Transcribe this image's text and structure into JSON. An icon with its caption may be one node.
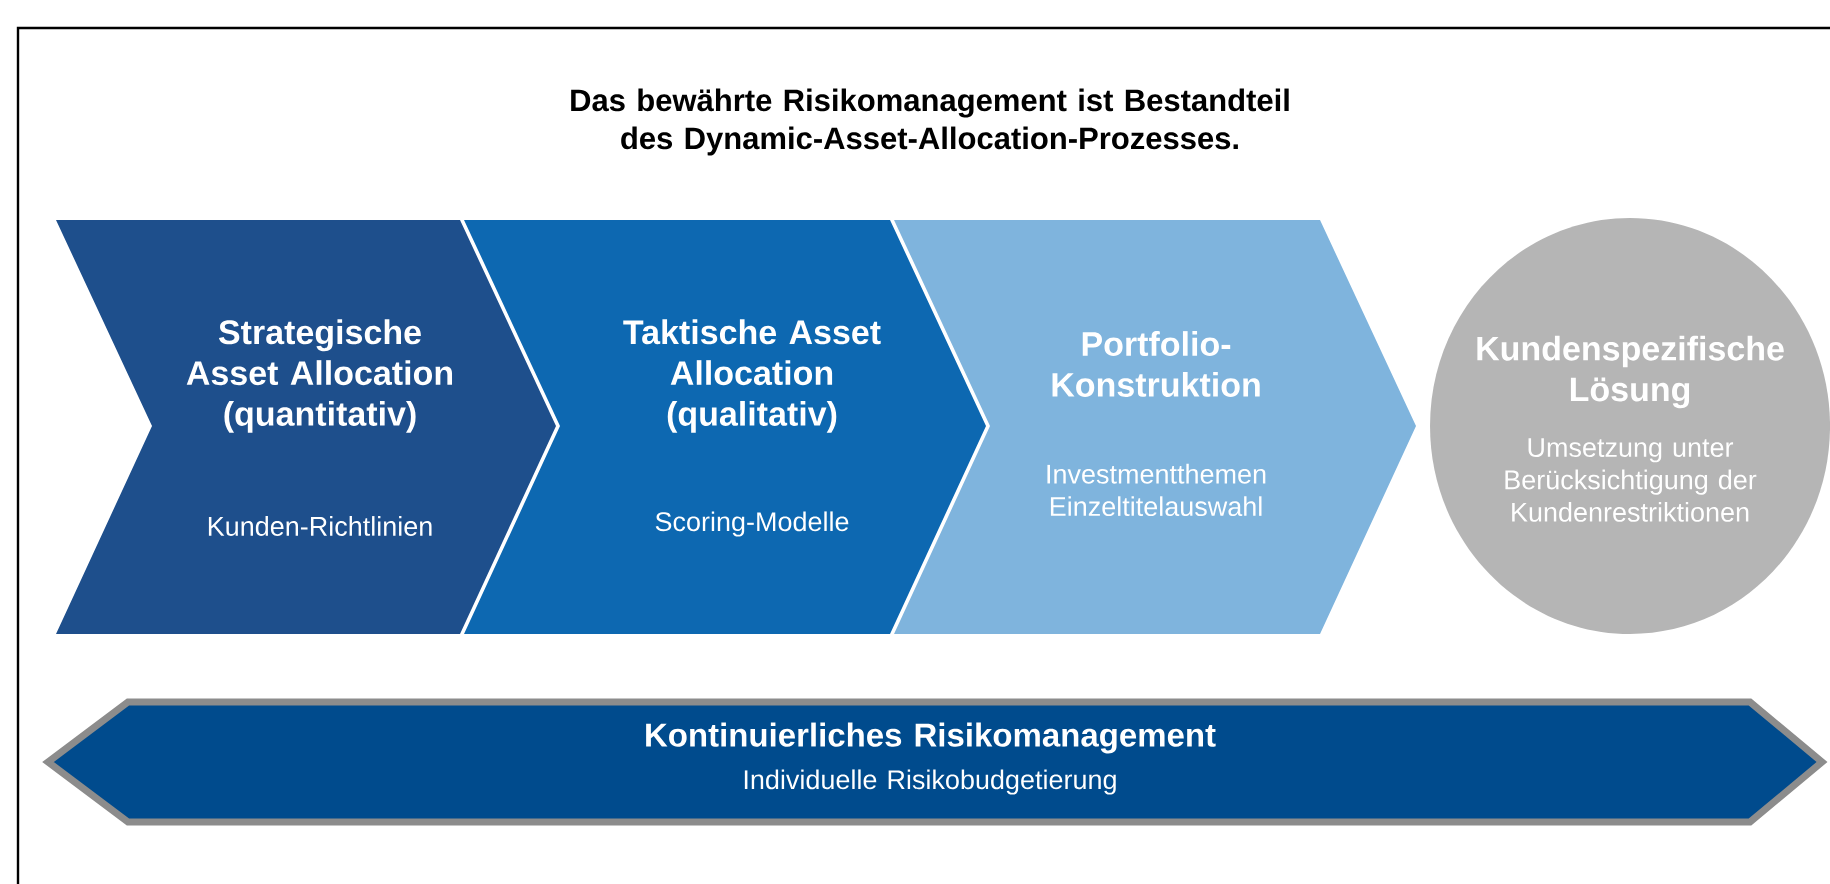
{
  "diagram": {
    "title": "Das bewährte Risikomanagement ist Bestandteil des Dynamic-Asset-Allocation-Prozesses.",
    "nodes": [
      {
        "text": [
          "Strategische Asset Allocation (quantitativ)",
          "Kunden-Richtlinien"
        ]
      },
      {
        "text": [
          "Taktische Asset Allocation (qualitativ)",
          "Scoring-Modelle"
        ]
      },
      {
        "text": [
          "Portfolio-Konstruktion",
          "Investmentthemen Einzeltitelauswahl"
        ]
      },
      {
        "text": [
          "Kundenspezifische Lösung",
          "Umsetzung unter Berücksichtigung der Kundenrestriktionen"
        ]
      },
      {
        "text": [
          "Kontinuierliches Risikomanagement",
          "Individuelle Risikobudgetierung"
        ]
      }
    ]
  }
}
